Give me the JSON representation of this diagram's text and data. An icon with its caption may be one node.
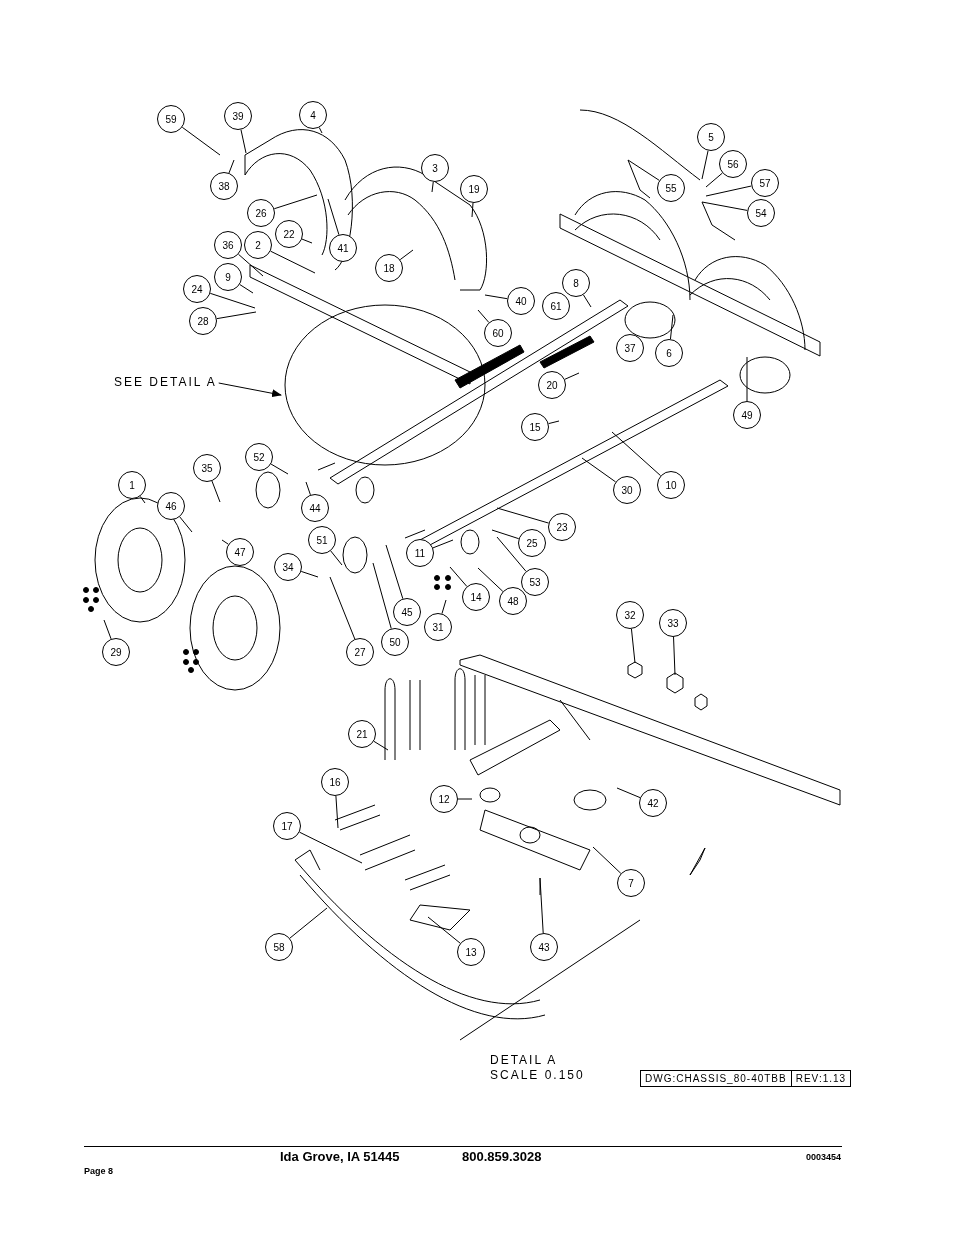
{
  "diagram": {
    "nodes": [
      {
        "text": [
          "59"
        ]
      },
      {
        "text": [
          "39"
        ]
      },
      {
        "text": [
          "4"
        ]
      },
      {
        "text": [
          "5"
        ]
      },
      {
        "text": [
          "56"
        ]
      },
      {
        "text": [
          "55"
        ]
      },
      {
        "text": [
          "3"
        ]
      },
      {
        "text": [
          "57"
        ]
      },
      {
        "text": [
          "38"
        ]
      },
      {
        "text": [
          "19"
        ]
      },
      {
        "text": [
          "54"
        ]
      },
      {
        "text": [
          "26"
        ]
      },
      {
        "text": [
          "22"
        ]
      },
      {
        "text": [
          "2"
        ]
      },
      {
        "text": [
          "36"
        ]
      },
      {
        "text": [
          "41"
        ]
      },
      {
        "text": [
          "9"
        ]
      },
      {
        "text": [
          "18"
        ]
      },
      {
        "text": [
          "24"
        ]
      },
      {
        "text": [
          "8"
        ]
      },
      {
        "text": [
          "40"
        ]
      },
      {
        "text": [
          "61"
        ]
      },
      {
        "text": [
          "28"
        ]
      },
      {
        "text": [
          "60"
        ]
      },
      {
        "text": [
          "37"
        ]
      },
      {
        "text": [
          "6"
        ]
      },
      {
        "text": [
          "SEE DETAIL A"
        ]
      },
      {
        "text": [
          "20"
        ]
      },
      {
        "text": [
          "49"
        ]
      },
      {
        "text": [
          "15"
        ]
      },
      {
        "text": [
          "52"
        ]
      },
      {
        "text": [
          "35"
        ]
      },
      {
        "text": [
          "10"
        ]
      },
      {
        "text": [
          "30"
        ]
      },
      {
        "text": [
          "1"
        ]
      },
      {
        "text": [
          "46"
        ]
      },
      {
        "text": [
          "44"
        ]
      },
      {
        "text": [
          "23"
        ]
      },
      {
        "text": [
          "51"
        ]
      },
      {
        "text": [
          "25"
        ]
      },
      {
        "text": [
          "47"
        ]
      },
      {
        "text": [
          "11"
        ]
      },
      {
        "text": [
          "34"
        ]
      },
      {
        "text": [
          "53"
        ]
      },
      {
        "text": [
          "14"
        ]
      },
      {
        "text": [
          "48"
        ]
      },
      {
        "text": [
          "45"
        ]
      },
      {
        "text": [
          "31"
        ]
      },
      {
        "text": [
          "50"
        ]
      },
      {
        "text": [
          "27"
        ]
      },
      {
        "text": [
          "29"
        ]
      },
      {
        "text": [
          "32"
        ]
      },
      {
        "text": [
          "33"
        ]
      },
      {
        "text": [
          "21"
        ]
      },
      {
        "text": [
          "16"
        ]
      },
      {
        "text": [
          "12"
        ]
      },
      {
        "text": [
          "42"
        ]
      },
      {
        "text": [
          "17"
        ]
      },
      {
        "text": [
          "7"
        ]
      },
      {
        "text": [
          "58"
        ]
      },
      {
        "text": [
          "43"
        ]
      },
      {
        "text": [
          "13"
        ]
      }
    ],
    "edges": [
      {
        "from": 0,
        "to": null,
        "arrow": "none"
      },
      {
        "from": 1,
        "to": null,
        "arrow": "none"
      },
      {
        "from": 2,
        "to": null,
        "arrow": "none"
      },
      {
        "from": 3,
        "to": null,
        "arrow": "none"
      },
      {
        "from": 4,
        "to": null,
        "arrow": "none"
      },
      {
        "from": 5,
        "to": null,
        "arrow": "none"
      },
      {
        "from": 6,
        "to": null,
        "arrow": "none"
      },
      {
        "from": 7,
        "to": null,
        "arrow": "none"
      },
      {
        "from": 8,
        "to": null,
        "arrow": "none"
      },
      {
        "from": 9,
        "to": null,
        "arrow": "none"
      },
      {
        "from": 10,
        "to": null,
        "arrow": "none"
      },
      {
        "from": 11,
        "to": null,
        "arrow": "none"
      },
      {
        "from": 12,
        "to": null,
        "arrow": "none"
      },
      {
        "from": 13,
        "to": null,
        "arrow": "none"
      },
      {
        "from": 14,
        "to": null,
        "arrow": "none"
      },
      {
        "from": 15,
        "to": null,
        "arrow": "none"
      },
      {
        "from": 16,
        "to": null,
        "arrow": "none"
      },
      {
        "from": 17,
        "to": null,
        "arrow": "none"
      },
      {
        "from": 18,
        "to": null,
        "arrow": "none"
      },
      {
        "from": 19,
        "to": null,
        "arrow": "none"
      },
      {
        "from": 20,
        "to": null,
        "arrow": "none"
      },
      {
        "from": 22,
        "to": null,
        "arrow": "none"
      },
      {
        "from": 23,
        "to": null,
        "arrow": "none"
      },
      {
        "from": 25,
        "to": null,
        "arrow": "none"
      },
      {
        "from": 26,
        "to": null,
        "arrow": "to"
      },
      {
        "from": 27,
        "to": null,
        "arrow": "none"
      },
      {
        "from": 28,
        "to": null,
        "arrow": "none"
      },
      {
        "from": 29,
        "to": null,
        "arrow": "none"
      },
      {
        "from": 30,
        "to": null,
        "arrow": "none"
      },
      {
        "from": 31,
        "to": null,
        "arrow": "none"
      },
      {
        "from": 32,
        "to": null,
        "arrow": "none"
      },
      {
        "from": 33,
        "to": null,
        "arrow": "none"
      },
      {
        "from": 34,
        "to": null,
        "arrow": "none"
      },
      {
        "from": 35,
        "to": null,
        "arrow": "none"
      },
      {
        "from": 36,
        "to": null,
        "arrow": "none"
      },
      {
        "from": 37,
        "to": null,
        "arrow": "none"
      },
      {
        "from": 38,
        "to": null,
        "arrow": "none"
      },
      {
        "from": 39,
        "to": null,
        "arrow": "none"
      },
      {
        "from": 40,
        "to": null,
        "arrow": "none"
      },
      {
        "from": 41,
        "to": null,
        "arrow": "none"
      },
      {
        "from": 42,
        "to": null,
        "arrow": "none"
      },
      {
        "from": 43,
        "to": null,
        "arrow": "none"
      },
      {
        "from": 44,
        "to": null,
        "arrow": "none"
      },
      {
        "from": 45,
        "to": null,
        "arrow": "none"
      },
      {
        "from": 46,
        "to": null,
        "arrow": "none"
      },
      {
        "from": 47,
        "to": null,
        "arrow": "none"
      },
      {
        "from": 48,
        "to": null,
        "arrow": "none"
      },
      {
        "from": 49,
        "to": null,
        "arrow": "none"
      },
      {
        "from": 50,
        "to": null,
        "arrow": "none"
      },
      {
        "from": 51,
        "to": null,
        "arrow": "none"
      },
      {
        "from": 52,
        "to": null,
        "arrow": "none"
      },
      {
        "from": 53,
        "to": null,
        "arrow": "none"
      },
      {
        "from": 54,
        "to": null,
        "arrow": "none"
      },
      {
        "from": 55,
        "to": null,
        "arrow": "none"
      },
      {
        "from": 56,
        "to": null,
        "arrow": "none"
      },
      {
        "from": 57,
        "to": null,
        "arrow": "none"
      },
      {
        "from": 58,
        "to": null,
        "arrow": "none"
      },
      {
        "from": 59,
        "to": null,
        "arrow": "none"
      },
      {
        "from": 60,
        "to": null,
        "arrow": "none"
      },
      {
        "from": 61,
        "to": null,
        "arrow": "none"
      }
    ],
    "labels": [
      "DETAIL A",
      "SCALE 0.150",
      "DWG:CHASSIS_80-40TBB",
      "REV:1.13",
      "Ida Grove, IA 51445",
      "800.859.3028",
      "0003454",
      "Page 8"
    ]
  }
}
